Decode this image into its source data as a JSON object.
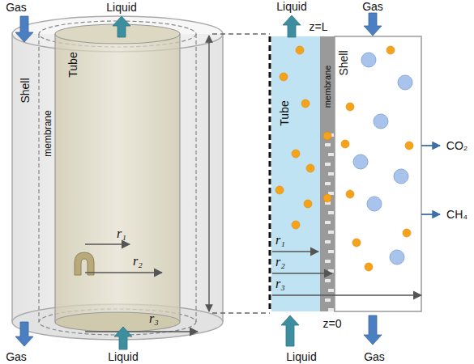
{
  "diagram": {
    "nodes": [
      {
        "text": [
          "Tube"
        ]
      },
      {
        "text": [
          "membrane"
        ]
      },
      {
        "text": [
          "Shell"
        ]
      }
    ],
    "labels": [
      "Gas",
      "Liquid",
      "Shell",
      "membrane",
      "Tube",
      "r₁",
      "r₂",
      "r₃",
      "Gas",
      "Liquid",
      "Liquid",
      "z=L",
      "Gas",
      "r₁",
      "r₂",
      "r₃",
      "CO₂",
      "CH₄",
      "z=0",
      "Liquid",
      "Gas"
    ]
  }
}
